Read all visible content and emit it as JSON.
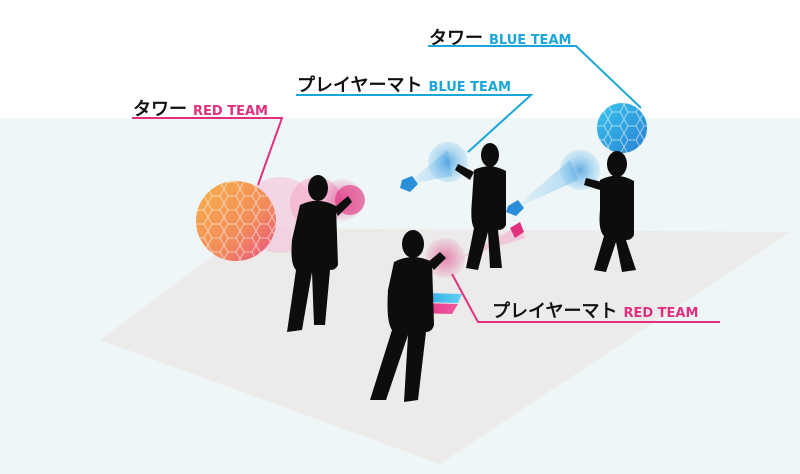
{
  "labels": {
    "tower_blue": {
      "name": "タワー",
      "team": "BLUE TEAM"
    },
    "mat_blue": {
      "name": "プレイヤーマト",
      "team": "BLUE TEAM"
    },
    "tower_red": {
      "name": "タワー",
      "team": "RED TEAM"
    },
    "mat_red": {
      "name": "プレイヤーマト",
      "team": "RED TEAM"
    }
  },
  "colors": {
    "red_team": "#e0307f",
    "blue_team": "#1aa6d8",
    "floor": "#ecebea",
    "background_band": "#eef6f8",
    "silhouette": "#0d0d0d",
    "text": "#111111"
  }
}
